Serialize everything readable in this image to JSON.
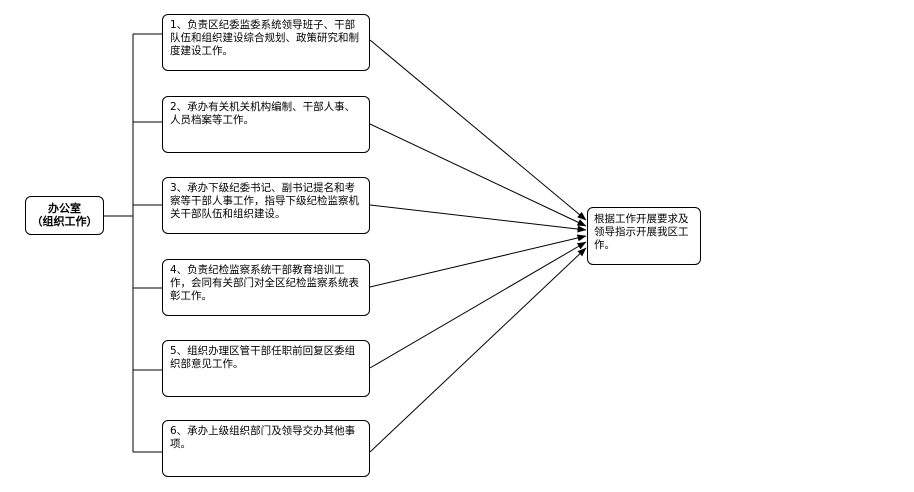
{
  "root": {
    "line1": "办公室",
    "line2": "（组织工作）"
  },
  "tasks": [
    "1、负责区纪委监委系统领导班子、干部队伍和组织建设综合规划、政策研究和制度建设工作。",
    "2、承办有关机关机构编制、干部人事、人员档案等工作。",
    "3、承办下级纪委书记、副书记提名和考察等干部人事工作，指导下级纪检监察机关干部队伍和组织建设。",
    "4、负责纪检监察系统干部教育培训工作，会同有关部门对全区纪检监察系统表彰工作。",
    "5、组织办理区管干部任职前回复区委组织部意见工作。",
    "6、承办上级组织部门及领导交办其他事项。"
  ],
  "target": "根据工作开展要求及领导指示开展我区工作。",
  "colors": {
    "line": "#000000",
    "box_border": "#000000",
    "background": "#ffffff"
  }
}
